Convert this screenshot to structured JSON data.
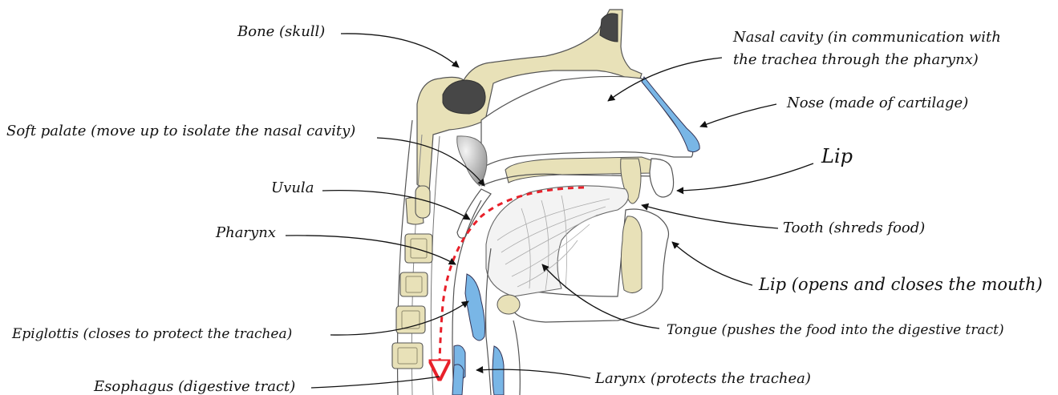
{
  "labels": {
    "bone": "Bone (skull)",
    "nasal_cavity_line1": "Nasal cavity (in communication with",
    "nasal_cavity_line2": "the trachea through the pharynx)",
    "nose": "Nose (made of cartilage)",
    "soft_palate": "Soft palate (move up to isolate the nasal cavity)",
    "lip_upper": "Lip",
    "uvula": "Uvula",
    "tooth": "Tooth (shreds food)",
    "pharynx": "Pharynx",
    "lip_lower": "Lip (opens and closes the mouth)",
    "epiglottis": "Epiglottis (closes to protect the trachea)",
    "tongue": "Tongue (pushes the food into the digestive tract)",
    "esophagus": "Esophagus (digestive tract)",
    "larynx": "Larynx (protects the trachea)"
  },
  "colors": {
    "bone": "#e8e1b8",
    "bone_dark": "#474747",
    "cartilage": "#79b6e6",
    "outline": "#444444",
    "food_path": "#e8202a",
    "leader": "#111111"
  }
}
